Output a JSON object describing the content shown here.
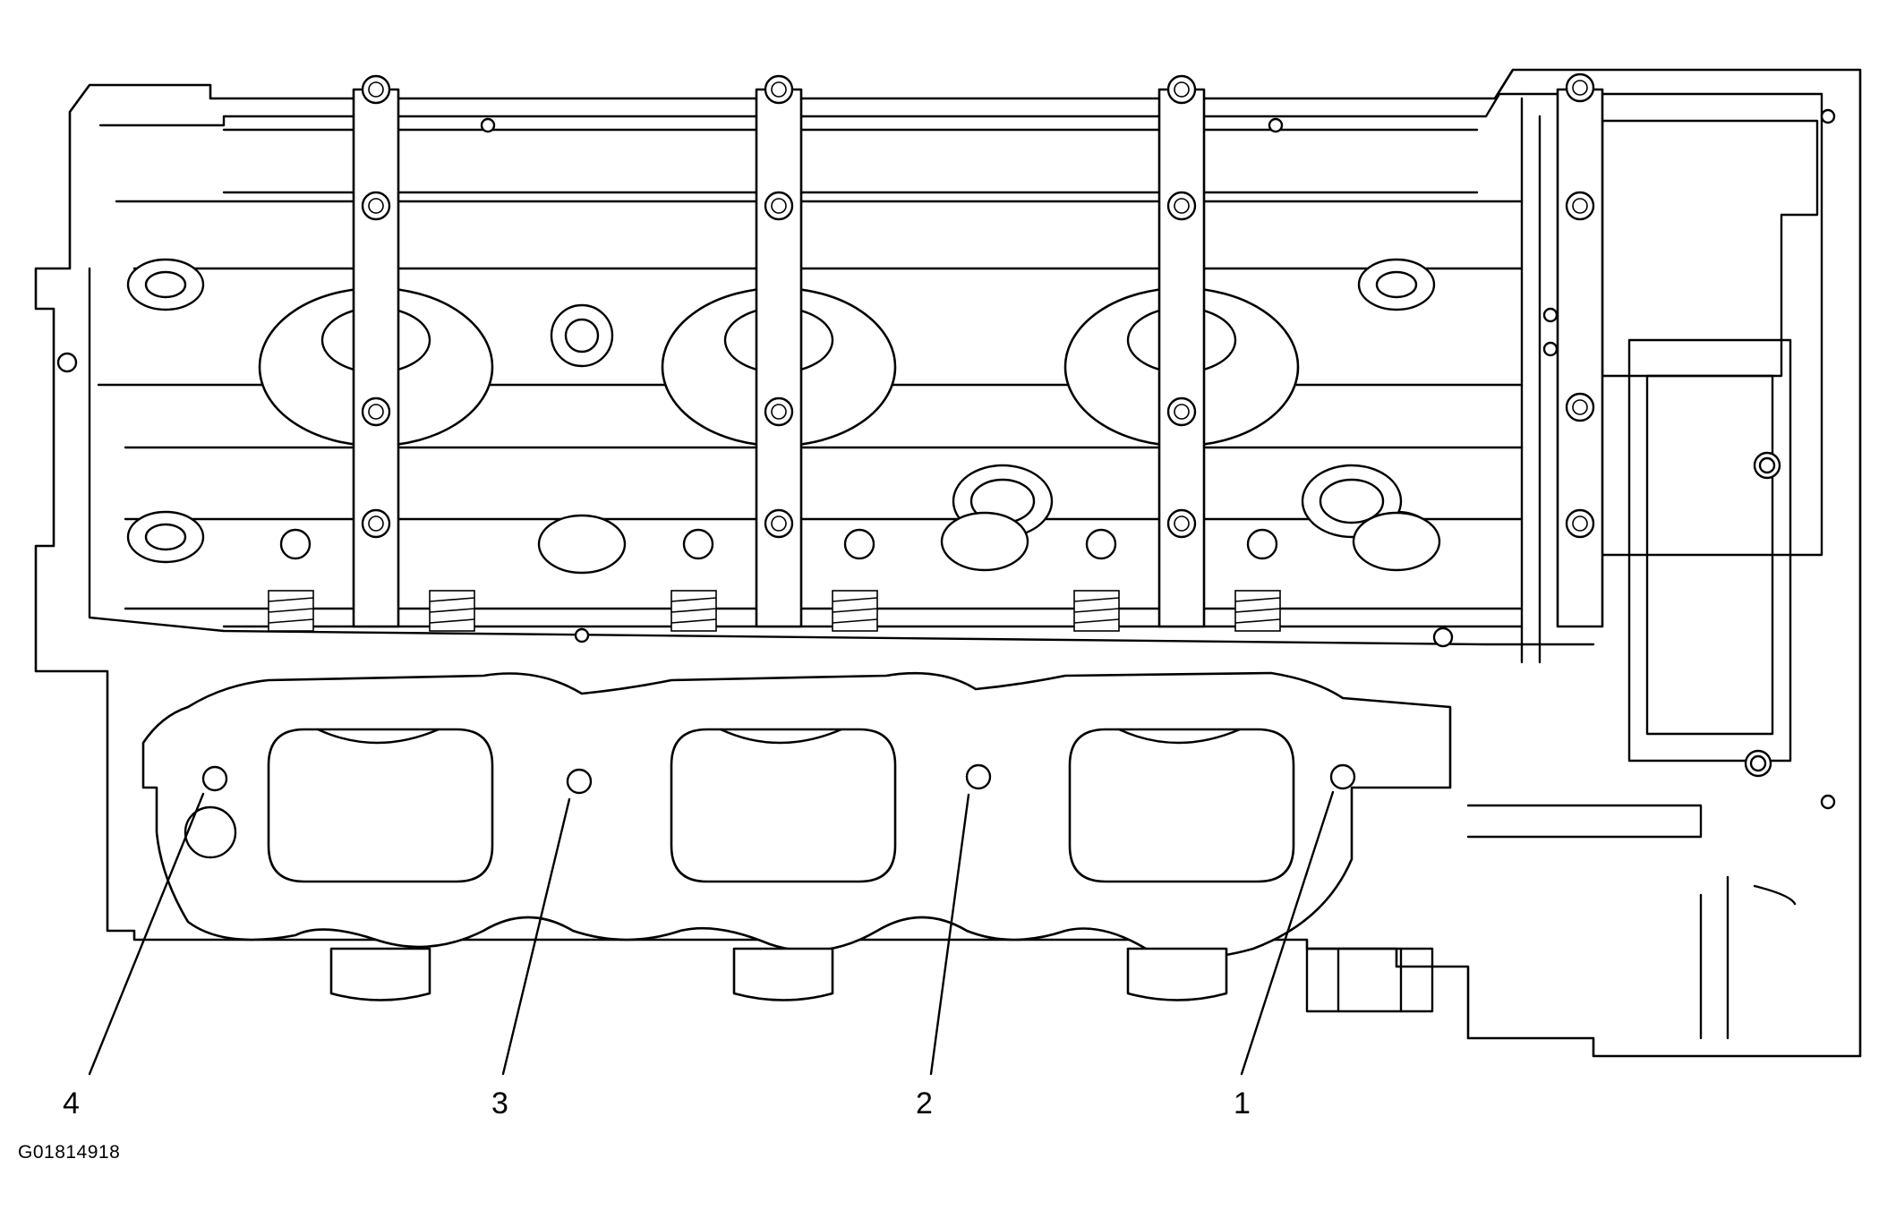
{
  "figure": {
    "code": "G01814918"
  },
  "callouts": [
    {
      "id": 1,
      "label": "1"
    },
    {
      "id": 2,
      "label": "2"
    },
    {
      "id": 3,
      "label": "3"
    },
    {
      "id": 4,
      "label": "4"
    }
  ]
}
